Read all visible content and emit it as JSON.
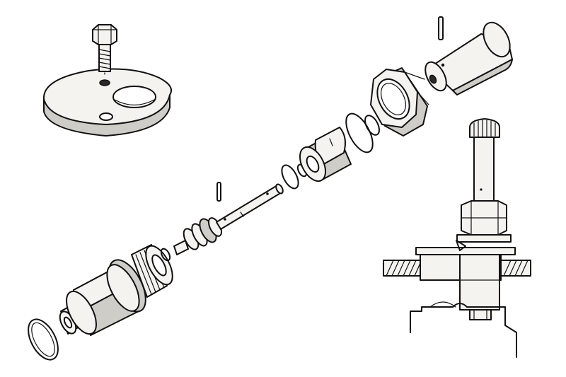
{
  "figure": {
    "type": "exploded-assembly-drawing",
    "style": "monochrome line art",
    "colors": {
      "ink": "#111111",
      "paper": "#ffffff",
      "shading": "#cfcdc8"
    },
    "components": [
      "mounting-flange",
      "hex-bolt",
      "threaded-body",
      "sealing-ring-large",
      "o-ring-small",
      "shaft-spindle",
      "cotter-pin",
      "plunger-bushing",
      "o-ring-pair",
      "hex-nut",
      "sleeve-pin",
      "pin-small",
      "assembled-section-view"
    ]
  }
}
